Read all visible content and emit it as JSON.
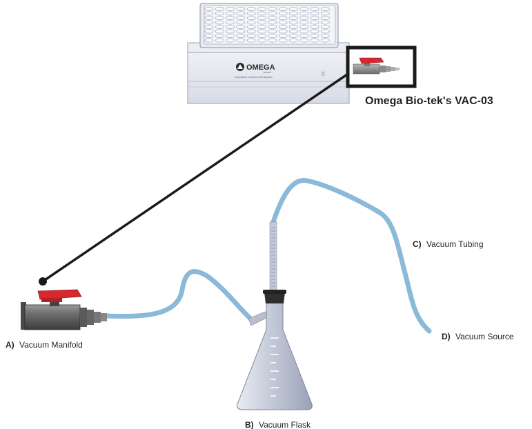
{
  "device": {
    "title": "Omega Bio-tek's VAC-03",
    "brand": "OMEGA",
    "brand_sub": "bio-tek",
    "tagline": "Innovations in nucleic acid isolation"
  },
  "labels": {
    "a": {
      "key": "A)",
      "text": "Vacuum Manifold"
    },
    "b": {
      "key": "B)",
      "text": "Vacuum Flask"
    },
    "c": {
      "key": "C)",
      "text": "Vacuum Tubing"
    },
    "d": {
      "key": "D)",
      "text": "Vacuum Source"
    }
  },
  "colors": {
    "tubing": "#8bb9d9",
    "valve_handle": "#d7282f",
    "connector_line": "#1a1a1a",
    "device_body": "#e6e8f0",
    "flask_glass": "#c9cfdc"
  }
}
